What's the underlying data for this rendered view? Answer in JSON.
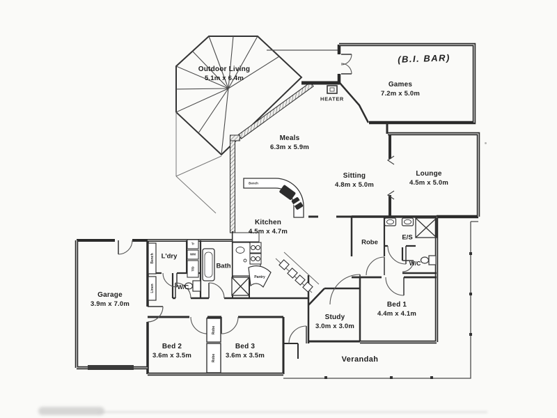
{
  "colors": {
    "paper": "#fafaf8",
    "wall": "#2a2a2a",
    "fixture": "#3a3a3a",
    "cooktop": "#2d2d2d"
  },
  "rooms": [
    {
      "name": "Outdoor Living",
      "dims": "5.1m x 6.4m"
    },
    {
      "name": "Games",
      "dims": "7.2m x 5.0m"
    },
    {
      "name": "Meals",
      "dims": "6.3m x 5.9m"
    },
    {
      "name": "Sitting",
      "dims": "4.8m x 5.0m"
    },
    {
      "name": "Lounge",
      "dims": "4.5m x 5.0m"
    },
    {
      "name": "Kitchen",
      "dims": "4.5m x 4.7m"
    },
    {
      "name": "Garage",
      "dims": "3.9m x 7.0m"
    },
    {
      "name": "Bed 1",
      "dims": "4.4m x 4.1m"
    },
    {
      "name": "Bed 2",
      "dims": "3.6m x 3.5m"
    },
    {
      "name": "Bed 3",
      "dims": "3.6m x 3.5m"
    },
    {
      "name": "Study",
      "dims": "3.0m x 3.0m"
    }
  ],
  "labels": {
    "bi_bar": "(B.I. BAR)",
    "heater": "HEATER",
    "laundry": "L'dry",
    "bath": "Bath",
    "wc_left": "W/C",
    "wc_right": "W/C",
    "robe": "Robe",
    "ensuite": "E/S",
    "verandah": "Verandah",
    "pantry": "Pantry",
    "bench_island": "Bench",
    "bench_tall": "Bench",
    "linen": "Linen",
    "robe_bed2": "Robe",
    "robe_bed3": "Robe",
    "trough": "Tr",
    "washing_machine": "WM",
    "dryer": "T/D"
  }
}
